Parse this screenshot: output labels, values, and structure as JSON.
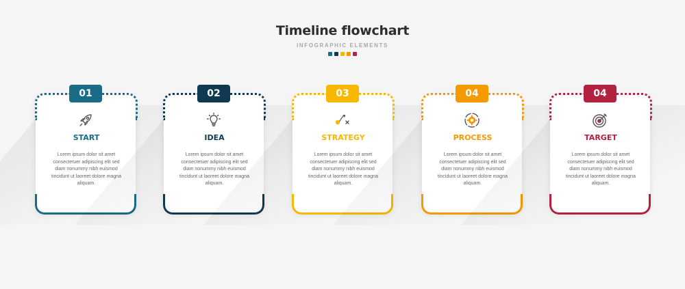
{
  "header": {
    "title": "Timeline flowchart",
    "subtitle": "INFOGRAPHIC ELEMENTS",
    "dot_colors": [
      "#1a6b86",
      "#0f3a52",
      "#f6b800",
      "#f59a00",
      "#b3223f"
    ]
  },
  "steps": [
    {
      "number": "01",
      "label": "START",
      "icon": "rocket-icon",
      "color": "#1a6b86",
      "text": "Lorem ipsum dolor sit amet consectetuer adipiscing elit sed diam nonummy nibh euismod tincidunt ut laoreet dolore magna aliquam."
    },
    {
      "number": "02",
      "label": "IDEA",
      "icon": "lightbulb-icon",
      "color": "#0f3a52",
      "text": "Lorem ipsum dolor sit amet consectetuer adipiscing elit sed diam nonummy nibh euismod tincidunt ut laoreet dolore magna aliquam."
    },
    {
      "number": "03",
      "label": "STRATEGY",
      "icon": "strategy-icon",
      "color": "#f6b800",
      "text": "Lorem ipsum dolor sit amet consectetuer adipiscing elit sed diam nonummy nibh euismod tincidunt ut laoreet dolore magna aliquam."
    },
    {
      "number": "04",
      "label": "PROCESS",
      "icon": "gear-icon",
      "color": "#f59a00",
      "text": "Lorem ipsum dolor sit amet consectetuer adipiscing elit sed diam nonummy nibh euismod tincidunt ut laoreet dolore magna aliquam."
    },
    {
      "number": "04",
      "label": "TARGET",
      "icon": "target-icon",
      "color": "#b3223f",
      "text": "Lorem ipsum dolor sit amet consectetuer adipiscing elit sed diam nonummy nibh euismod tincidunt ut laoreet dolore magna aliquam."
    }
  ]
}
